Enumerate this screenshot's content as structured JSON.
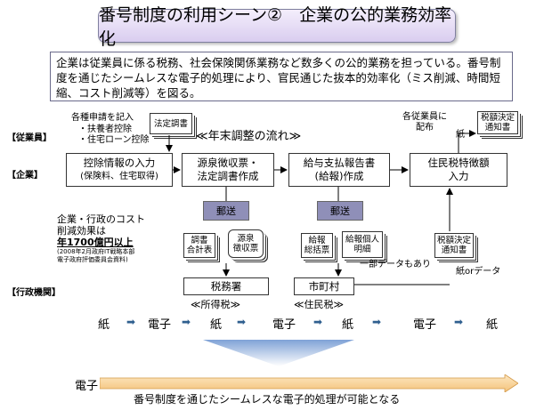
{
  "title": "番号制度の利用シーン②　企業の公的業務効率化",
  "intro": [
    "企業は従業員に係る税務、社会保険関係業務など数多くの公的業務を担っている。番号制度を通じたシームレスな電子的処理により、官民通じた抜本的効率化（ミス削減、時間短縮、コスト削減等）を図る。"
  ],
  "side_labels": {
    "employee": "【従業員】",
    "company": "【企業】",
    "gov": "【行政機関】"
  },
  "employee_notes": {
    "apply": "各種申請を記入",
    "items": [
      "・扶養者控除",
      "・住宅ローン控除"
    ],
    "distribute": "各従業員に\n配布",
    "paper": "紙"
  },
  "flow_title": "≪年末調整の流れ≫",
  "docs": {
    "houtei": "法定調書",
    "notice_top": "税額決定\n通知書",
    "chosho_goukei": "調書\n合計表",
    "gensen": "源泉\n徴収票",
    "kyuho_soukatsu": "給報\n総括票",
    "kyuho_kojin": "給報個人\n明細",
    "notice_gov": "税額決定\n通知書"
  },
  "process": {
    "p1": [
      "控除情報の入力",
      "(保険料、住宅取得)"
    ],
    "p2": [
      "源泉徴収票・",
      "法定調書作成"
    ],
    "p3": [
      "給与支払報告書",
      "(給報)作成"
    ],
    "p4": [
      "住民税特徴額",
      "入力"
    ]
  },
  "mail": "郵送",
  "partial_data": "一部データもあり",
  "paper_or_data": "紙orデータ",
  "cost": {
    "line1": "企業・行政のコスト",
    "line2": "削減効果は",
    "line3": "年1700億円以上",
    "source1": "(2008年2月政府IT戦略本部",
    "source2": "電子政府評価委員会資料)"
  },
  "gov_boxes": {
    "tax_office": "税務署",
    "city": "市町村",
    "income_tax": "≪所得税≫",
    "resident_tax": "≪住民税≫"
  },
  "media_row": [
    "紙",
    "電子",
    "紙",
    "電子",
    "紙",
    "電子",
    "紙"
  ],
  "bottom": {
    "electronic": "電子",
    "message": "番号制度を通じたシームレスな電子的処理が可能となる"
  },
  "colors": {
    "arrow_blue": "#2f5f8f",
    "mail_bg": "#8f8fb8",
    "bottom_bar": "#f4c37a"
  }
}
